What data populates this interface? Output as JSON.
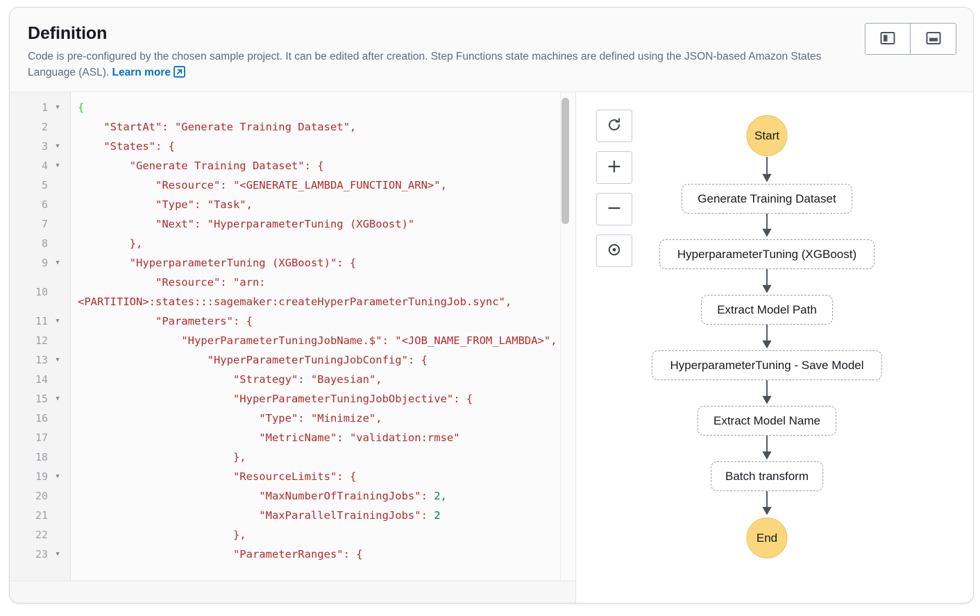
{
  "header": {
    "title": "Definition",
    "description_part1": "Code is pre-configured by the chosen sample project. It can be edited after creation. Step Functions state machines are defined using the JSON-based Amazon States Language (ASL). ",
    "learn_more_label": "Learn more",
    "external_link_icon": "external-link-icon",
    "toggle_buttons": [
      {
        "name": "split-vertical-view-button",
        "icon": "panel-left-layout-icon"
      },
      {
        "name": "split-horizontal-view-button",
        "icon": "panel-bottom-layout-icon"
      }
    ]
  },
  "editor": {
    "lines": [
      {
        "num": "1",
        "fold": true,
        "indent": 0,
        "text": "{",
        "kind": "brace"
      },
      {
        "num": "2",
        "fold": false,
        "indent": 1,
        "text": "\"StartAt\": \"Generate Training Dataset\","
      },
      {
        "num": "3",
        "fold": true,
        "indent": 1,
        "text": "\"States\": {"
      },
      {
        "num": "4",
        "fold": true,
        "indent": 2,
        "text": "\"Generate Training Dataset\": {"
      },
      {
        "num": "5",
        "fold": false,
        "indent": 3,
        "text": "\"Resource\": \"<GENERATE_LAMBDA_FUNCTION_ARN>\","
      },
      {
        "num": "6",
        "fold": false,
        "indent": 3,
        "text": "\"Type\": \"Task\","
      },
      {
        "num": "7",
        "fold": false,
        "indent": 3,
        "text": "\"Next\": \"HyperparameterTuning (XGBoost)\""
      },
      {
        "num": "8",
        "fold": false,
        "indent": 2,
        "text": "},"
      },
      {
        "num": "9",
        "fold": true,
        "indent": 2,
        "text": "\"HyperparameterTuning (XGBoost)\": {"
      },
      {
        "num": "10",
        "fold": false,
        "indent": 3,
        "text": "\"Resource\": \"arn:<PARTITION>:states:::sagemaker:createHyperParameterTuningJob.sync\","
      },
      {
        "num": "11",
        "fold": true,
        "indent": 3,
        "text": "\"Parameters\": {"
      },
      {
        "num": "12",
        "fold": false,
        "indent": 4,
        "text": "\"HyperParameterTuningJobName.$\": \"<JOB_NAME_FROM_LAMBDA>\","
      },
      {
        "num": "13",
        "fold": true,
        "indent": 5,
        "text": "\"HyperParameterTuningJobConfig\": {"
      },
      {
        "num": "14",
        "fold": false,
        "indent": 6,
        "text": "\"Strategy\": \"Bayesian\","
      },
      {
        "num": "15",
        "fold": true,
        "indent": 6,
        "text": "\"HyperParameterTuningJobObjective\": {"
      },
      {
        "num": "16",
        "fold": false,
        "indent": 7,
        "text": "\"Type\": \"Minimize\","
      },
      {
        "num": "17",
        "fold": false,
        "indent": 7,
        "text": "\"MetricName\": \"validation:rmse\""
      },
      {
        "num": "18",
        "fold": false,
        "indent": 6,
        "text": "},"
      },
      {
        "num": "19",
        "fold": true,
        "indent": 6,
        "text": "\"ResourceLimits\": {"
      },
      {
        "num": "20",
        "fold": false,
        "indent": 7,
        "text": "\"MaxNumberOfTrainingJobs\": ",
        "numval": "2,"
      },
      {
        "num": "21",
        "fold": false,
        "indent": 7,
        "text": "\"MaxParallelTrainingJobs\": ",
        "numval": "2"
      },
      {
        "num": "22",
        "fold": false,
        "indent": 6,
        "text": "},"
      },
      {
        "num": "23",
        "fold": true,
        "indent": 6,
        "text": "\"ParameterRanges\": {"
      }
    ],
    "scrollbar": "code-vertical-scrollbar"
  },
  "graph": {
    "tools": [
      {
        "name": "refresh-graph-button",
        "icon": "refresh-icon"
      },
      {
        "name": "zoom-in-button",
        "icon": "plus-icon"
      },
      {
        "name": "zoom-out-button",
        "icon": "minus-icon"
      },
      {
        "name": "center-graph-button",
        "icon": "target-dot-icon"
      }
    ],
    "start_label": "Start",
    "end_label": "End",
    "nodes": [
      {
        "label": "Generate Training Dataset"
      },
      {
        "label": "HyperparameterTuning (XGBoost)"
      },
      {
        "label": "Extract Model Path"
      },
      {
        "label": "HyperparameterTuning - Save Model"
      },
      {
        "label": "Extract Model Name"
      },
      {
        "label": "Batch transform"
      }
    ]
  },
  "colors": {
    "terminal_fill": "#fad77c",
    "link": "#0a70c6",
    "code_string": "#b02c2c",
    "code_number": "#0a7a4a",
    "code_brace": "#1ddb1d"
  }
}
